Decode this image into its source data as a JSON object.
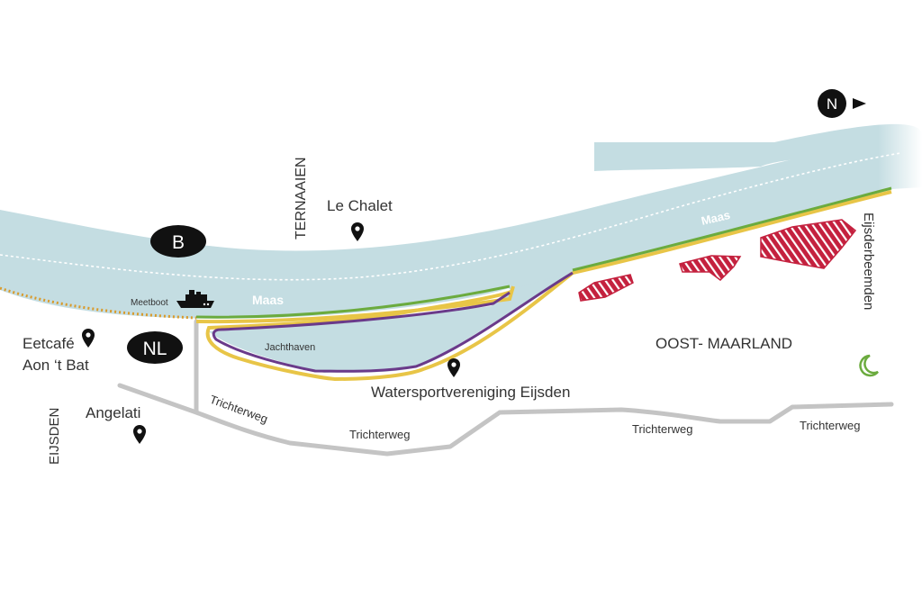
{
  "labels": {
    "b": "B",
    "nl": "NL",
    "north": "N",
    "ternaaien": "TERNAAIEN",
    "le_chalet": "Le Chalet",
    "maas_left": "Maas",
    "maas_right": "Maas",
    "meetboot": "Meetboot",
    "jachthaven": "Jachthaven",
    "eetcafe_line1": "Eetcafé",
    "eetcafe_line2": "Aon ‘t Bat",
    "angelati": "Angelati",
    "eijsden": "EIJSDEN",
    "watersport": "Watersportvereniging Eijsden",
    "oost_maarland": "OOST- MAARLAND",
    "eijsderbeemden": "Eijsderbeemden",
    "trichterweg_1": "Trichterweg",
    "trichterweg_2": "Trichterweg",
    "trichterweg_3": "Trichterweg",
    "trichterweg_4": "Trichterweg"
  },
  "colors": {
    "water": "#c4dde2",
    "green_route": "#6bab3e",
    "yellow_route": "#e8c547",
    "purple_route": "#6a3a8a",
    "orange_route": "#d99a2b",
    "road": "#c4c4c4",
    "hatch_area": "#c4213e",
    "moon": "#6bab3e",
    "text": "#333333",
    "badge": "#111111"
  },
  "icons": [
    "location-pin-icon",
    "boat-icon",
    "moon-icon",
    "north-arrow-icon"
  ]
}
